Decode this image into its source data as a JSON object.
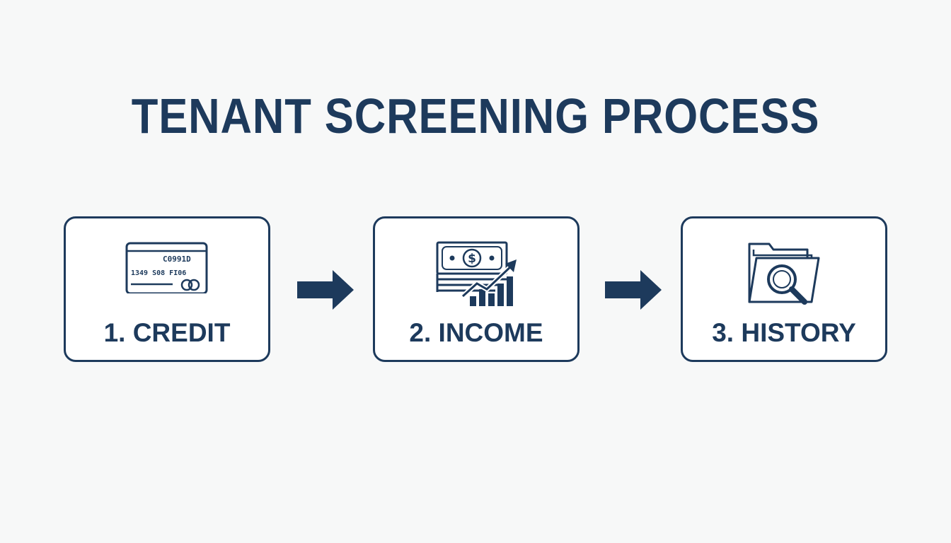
{
  "title": "TENANT SCREENING PROCESS",
  "colors": {
    "primary": "#1d3a5c",
    "background": "#f7f8f8",
    "card": "#ffffff"
  },
  "steps": [
    {
      "label": "1. CREDIT",
      "icon": "credit-card-icon",
      "card_texts": [
        "C0991D",
        "1349  S08  FI06"
      ]
    },
    {
      "label": "2. INCOME",
      "icon": "money-growth-chart-icon",
      "symbol": "$"
    },
    {
      "label": "3. HISTORY",
      "icon": "folder-search-icon"
    }
  ],
  "connectors": [
    "arrow-right-icon",
    "arrow-right-icon"
  ]
}
